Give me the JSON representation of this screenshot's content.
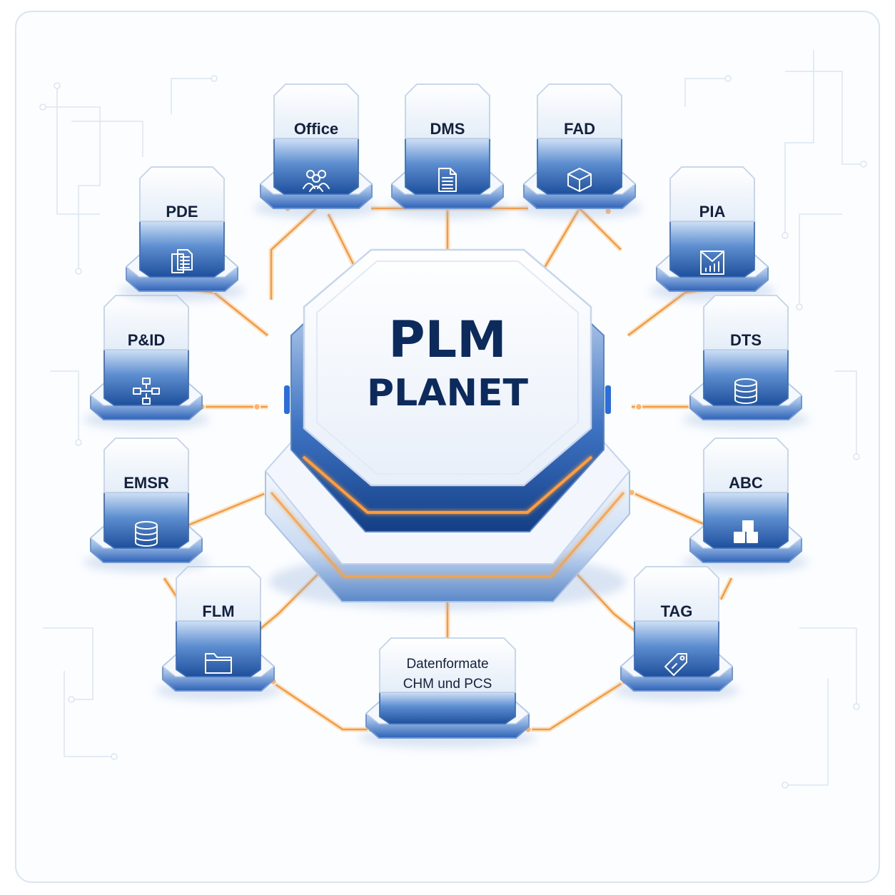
{
  "hub": {
    "title_line1": "PLM",
    "title_line2": "PLANET"
  },
  "nodes": [
    {
      "id": "office",
      "label": "Office",
      "icon": "people-icon"
    },
    {
      "id": "dms",
      "label": "DMS",
      "icon": "document-icon"
    },
    {
      "id": "fad",
      "label": "FAD",
      "icon": "cube-icon"
    },
    {
      "id": "pia",
      "label": "PIA",
      "icon": "chart-icon"
    },
    {
      "id": "dts",
      "label": "DTS",
      "icon": "database-icon"
    },
    {
      "id": "abc",
      "label": "ABC",
      "icon": "boxes-icon"
    },
    {
      "id": "tag",
      "label": "TAG",
      "icon": "tag-icon"
    },
    {
      "id": "datenformate",
      "label_line1": "Datenformate",
      "label_line2": "CHM und PCS",
      "icon": ""
    },
    {
      "id": "flm",
      "label": "FLM",
      "icon": "folder-icon"
    },
    {
      "id": "emsr",
      "label": "EMSR",
      "icon": "database-icon"
    },
    {
      "id": "pid",
      "label": "P&ID",
      "icon": "flowchart-icon"
    },
    {
      "id": "pde",
      "label": "PDE",
      "icon": "documents-icon"
    }
  ],
  "colors": {
    "accent_blue": "#1f5bb5",
    "connector_orange": "#f5a14a",
    "hub_text": "#0d2a5c",
    "node_text": "#14213d"
  }
}
